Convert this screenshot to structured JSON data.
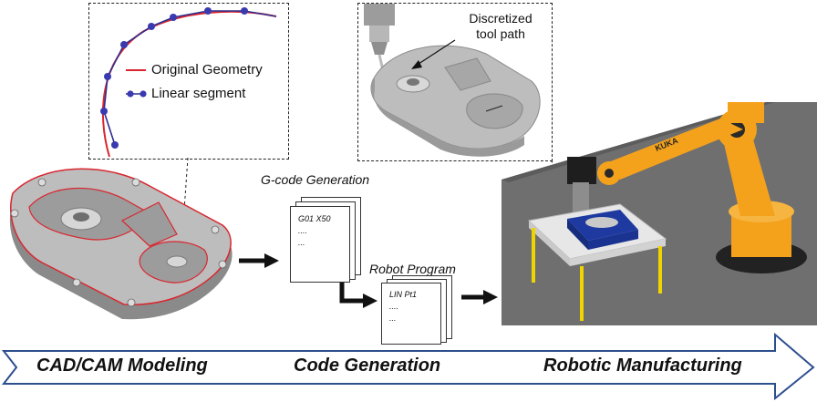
{
  "legend": {
    "original_geometry": "Original Geometry",
    "linear_segment": "Linear segment"
  },
  "callout": {
    "line1": "Discretized",
    "line2": "tool path"
  },
  "gcode": {
    "title": "G-code Generation",
    "line1": "G01 X50",
    "line2": "....",
    "line3": "..."
  },
  "robot_program": {
    "title": "Robot Program",
    "line1": "LIN Pt1",
    "line2": "....",
    "line3": "..."
  },
  "stages": {
    "stage1": "CAD/CAM Modeling",
    "stage2": "Code Generation",
    "stage3": "Robotic Manufacturing"
  },
  "robot_brand": "KUKA",
  "colors": {
    "geometry_red": "#d9262e",
    "segment_blue": "#2e2e8f",
    "arrow_blue": "#2d4f8e",
    "robot_orange": "#f4a21c",
    "floor_gray": "#6f6f6f",
    "table_leg_yellow": "#f0d400",
    "vise_blue": "#1e3aa0"
  }
}
